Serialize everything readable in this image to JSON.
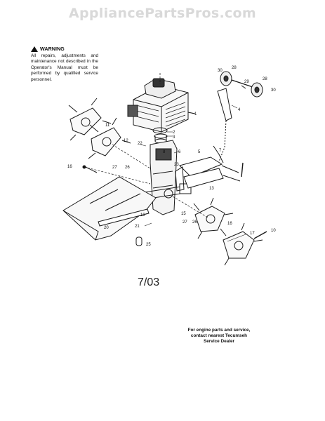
{
  "watermark": "AppliancePartsPros.com",
  "warning": {
    "title": "WARNING",
    "body": "All repairs, adjustments and maintenance not described in the Operator's Manual must be performed by qualified service personnel."
  },
  "date_label": "7/03",
  "service_note": {
    "line1": "For engine parts and service,",
    "line2": "contact nearest Tecumseh",
    "line3": "Service Dealer"
  },
  "part_callouts": [
    "1",
    "2",
    "3",
    "4",
    "5",
    "6",
    "7",
    "8",
    "10",
    "11",
    "12",
    "13",
    "15",
    "16",
    "17",
    "19",
    "20",
    "21",
    "22",
    "23",
    "25",
    "26",
    "27",
    "28",
    "29",
    "30"
  ]
}
